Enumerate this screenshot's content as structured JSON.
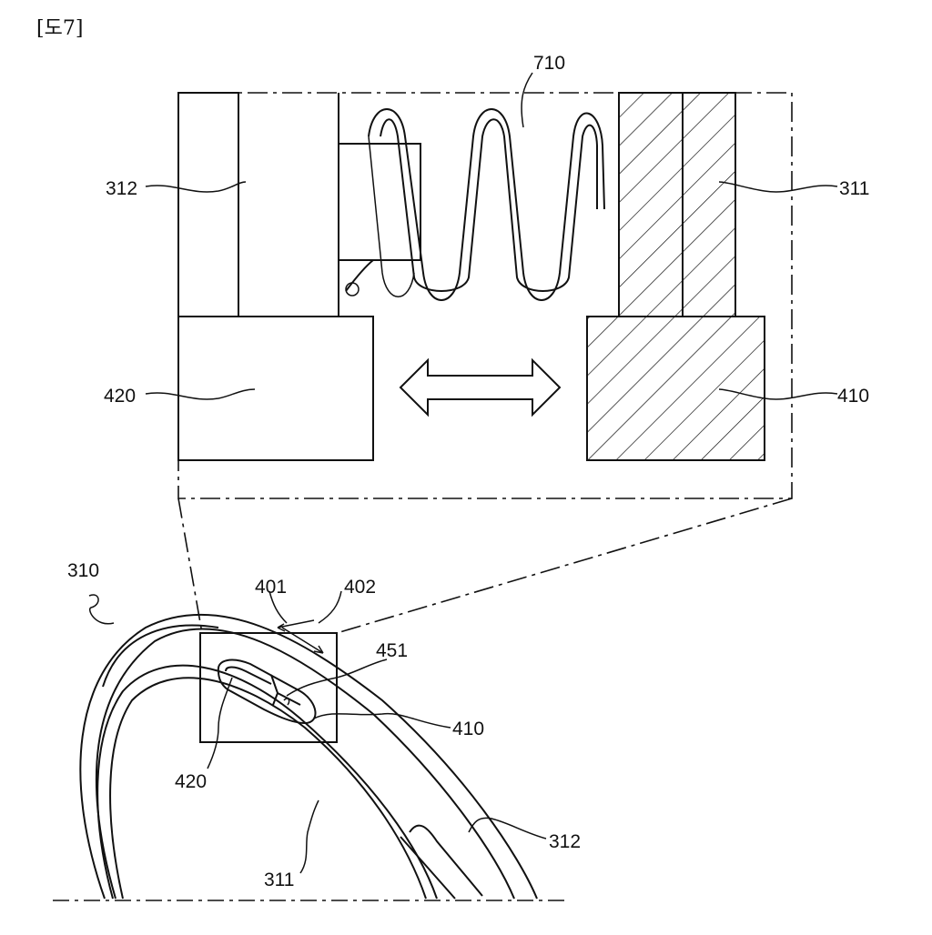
{
  "figure_label": "[도7]",
  "labels": {
    "spring": "710",
    "upper_left_312": "312",
    "upper_right_311": "311",
    "upper_left_420": "420",
    "upper_right_410": "410",
    "ring_310": "310",
    "dir_401": "401",
    "dir_402": "402",
    "slot_451": "451",
    "lower_410": "410",
    "lower_420": "420",
    "lower_311": "311",
    "lower_312": "312"
  }
}
